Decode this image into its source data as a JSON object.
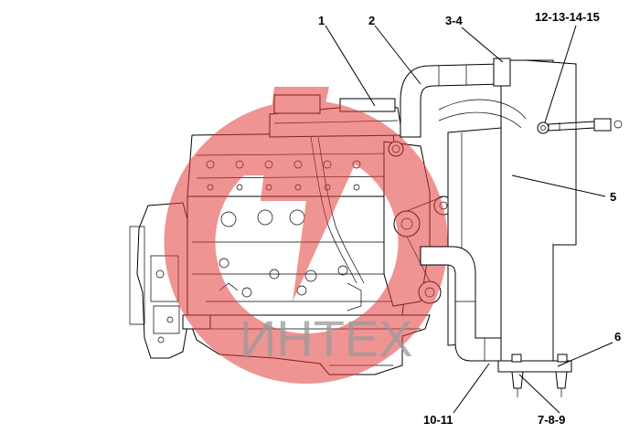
{
  "diagram": {
    "callouts": [
      {
        "id": "c1",
        "text": "1"
      },
      {
        "id": "c2",
        "text": "2"
      },
      {
        "id": "c3",
        "text": "3-4"
      },
      {
        "id": "c4",
        "text": "12-13-14-15"
      },
      {
        "id": "c5",
        "text": "5"
      },
      {
        "id": "c6",
        "text": "6"
      },
      {
        "id": "c7",
        "text": "10-11"
      },
      {
        "id": "c8",
        "text": "7-8-9"
      }
    ]
  },
  "watermark": {
    "text": "ИНТЕХ",
    "color": "#e23b3b"
  }
}
